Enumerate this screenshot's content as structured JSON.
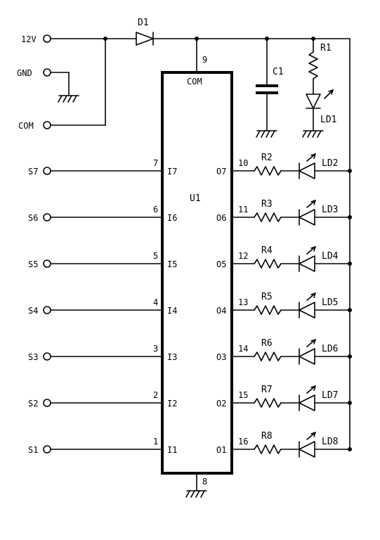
{
  "power_labels": {
    "v12": "12V",
    "gnd": "GND",
    "com": "COM"
  },
  "ic": {
    "ref": "U1",
    "com_label": "COM",
    "com_pin": "9",
    "gnd_pin": "8"
  },
  "diode": {
    "ref": "D1"
  },
  "capacitor": {
    "ref": "C1"
  },
  "power_led": {
    "resistor": "R1",
    "led": "LD1"
  },
  "channels": [
    {
      "input": "S7",
      "in_pin": "7",
      "in_label": "I7",
      "out_label": "O7",
      "out_pin": "10",
      "resistor": "R2",
      "led": "LD2"
    },
    {
      "input": "S6",
      "in_pin": "6",
      "in_label": "I6",
      "out_label": "O6",
      "out_pin": "11",
      "resistor": "R3",
      "led": "LD3"
    },
    {
      "input": "S5",
      "in_pin": "5",
      "in_label": "I5",
      "out_label": "O5",
      "out_pin": "12",
      "resistor": "R4",
      "led": "LD4"
    },
    {
      "input": "S4",
      "in_pin": "4",
      "in_label": "I4",
      "out_label": "O4",
      "out_pin": "13",
      "resistor": "R5",
      "led": "LD5"
    },
    {
      "input": "S3",
      "in_pin": "3",
      "in_label": "I3",
      "out_label": "O3",
      "out_pin": "14",
      "resistor": "R6",
      "led": "LD6"
    },
    {
      "input": "S2",
      "in_pin": "2",
      "in_label": "I2",
      "out_label": "O2",
      "out_pin": "15",
      "resistor": "R7",
      "led": "LD7"
    },
    {
      "input": "S1",
      "in_pin": "1",
      "in_label": "I1",
      "out_label": "O1",
      "out_pin": "16",
      "resistor": "R8",
      "led": "LD8"
    }
  ]
}
